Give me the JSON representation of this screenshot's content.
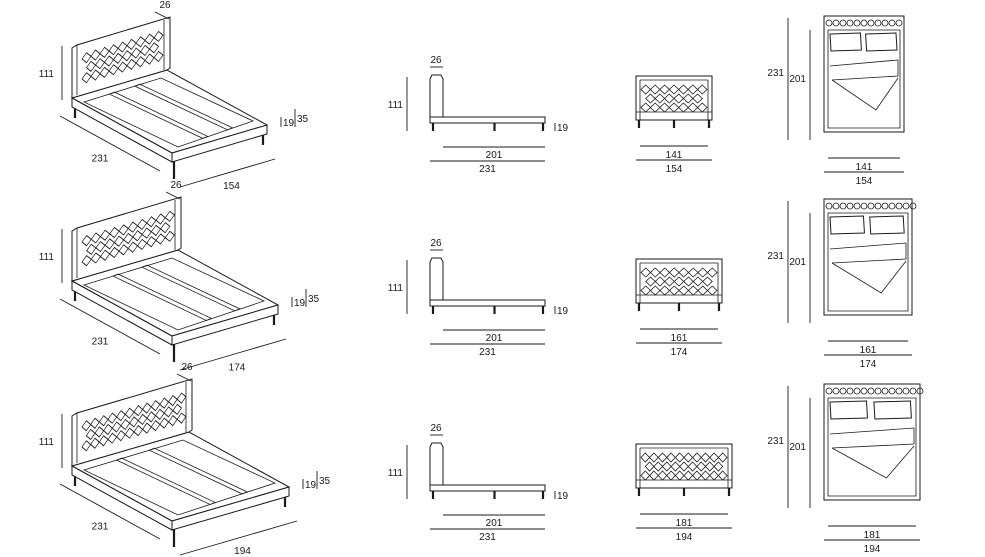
{
  "colors": {
    "line": "#1a1a1a",
    "background": "#ffffff"
  },
  "variants": [
    {
      "name": "bed-154",
      "headboard_height": "111",
      "headboard_depth": "26",
      "total_length": "231",
      "inner_length": "201",
      "total_width": "154",
      "inner_width": "141",
      "frame_height": "19",
      "side_height": "35"
    },
    {
      "name": "bed-174",
      "headboard_height": "111",
      "headboard_depth": "26",
      "total_length": "231",
      "inner_length": "201",
      "total_width": "174",
      "inner_width": "161",
      "frame_height": "19",
      "side_height": "35"
    },
    {
      "name": "bed-194",
      "headboard_height": "111",
      "headboard_depth": "26",
      "total_length": "231",
      "inner_length": "201",
      "total_width": "194",
      "inner_width": "181",
      "frame_height": "19",
      "side_height": "35"
    }
  ]
}
